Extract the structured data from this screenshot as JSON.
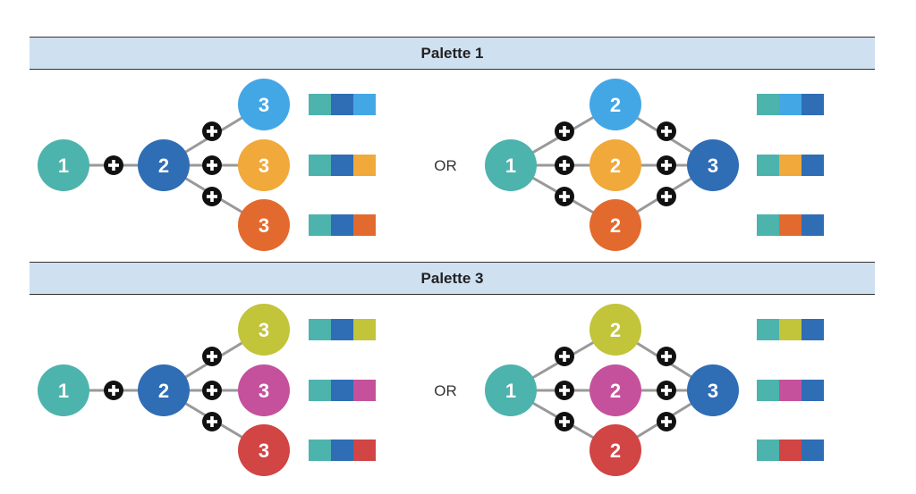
{
  "colors": {
    "teal": "#4db3ad",
    "dark_blue": "#2f6db5",
    "light_blue": "#43a7e6",
    "orange": "#f0a93a",
    "red_orange": "#e36a2e",
    "olive": "#c2c43a",
    "magenta": "#c5519c",
    "red": "#d14545",
    "connector": "#999999",
    "plus_fill": "#111111"
  },
  "palettes": [
    {
      "title": "Palette 1",
      "or_label": "OR",
      "left_variants": [
        "light_blue",
        "orange",
        "red_orange"
      ],
      "right_variants": [
        "light_blue",
        "orange",
        "red_orange"
      ]
    },
    {
      "title": "Palette 3",
      "or_label": "OR",
      "left_variants": [
        "olive",
        "magenta",
        "red"
      ],
      "right_variants": [
        "olive",
        "magenta",
        "red"
      ]
    }
  ],
  "node_labels": {
    "one": "1",
    "two": "2",
    "three": "3"
  }
}
